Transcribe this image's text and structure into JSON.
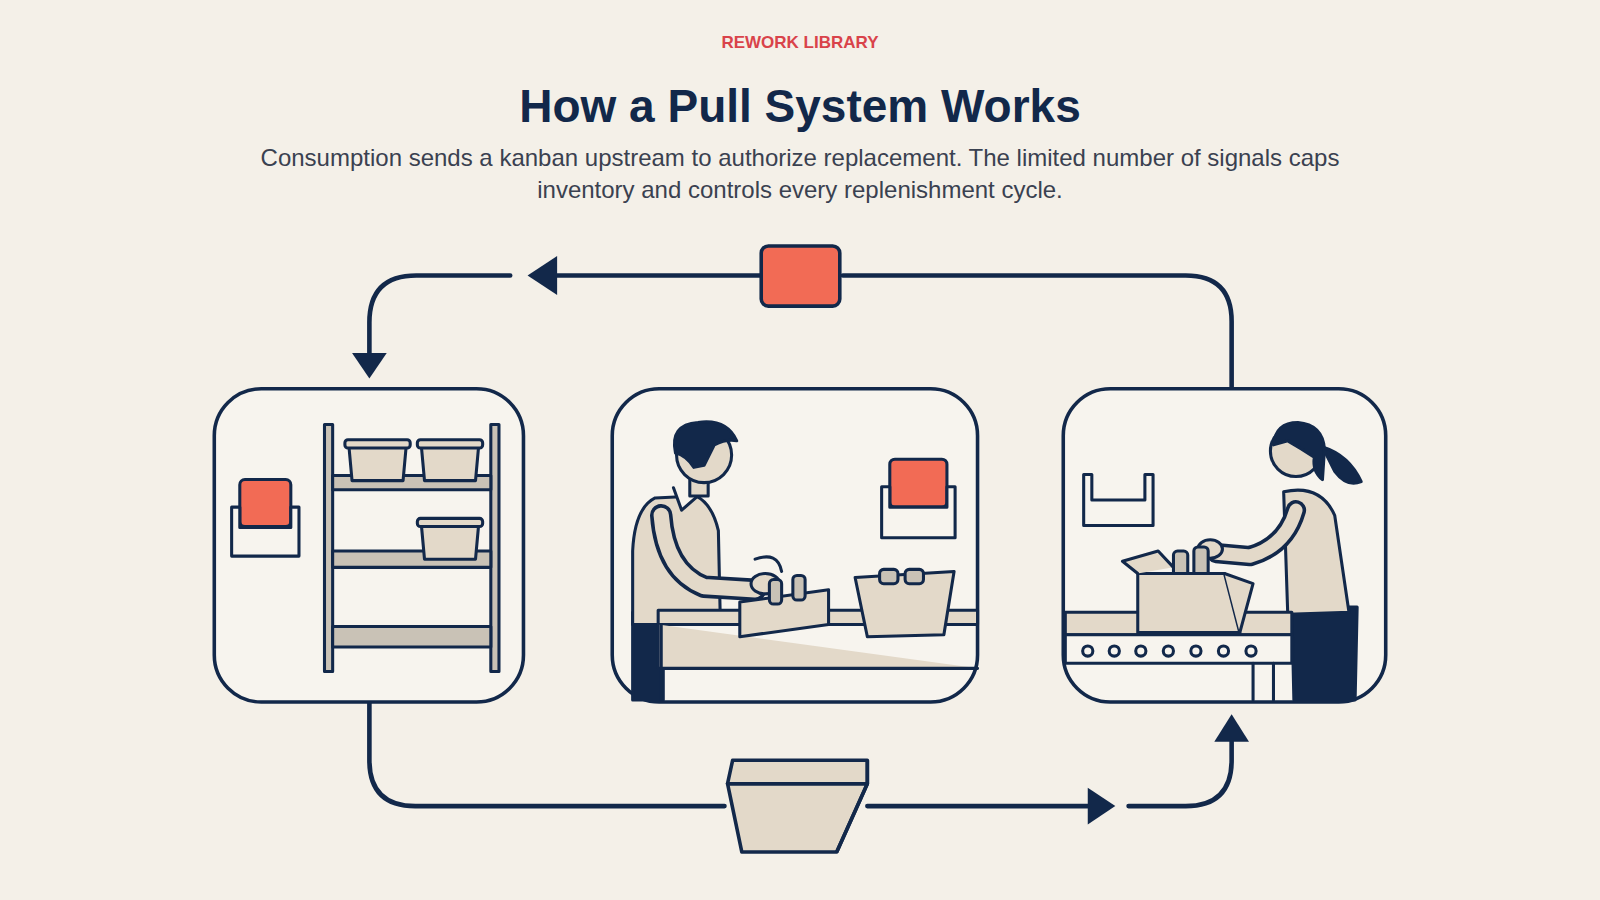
{
  "diagram": {
    "title": "How a Pull System Works",
    "caption": "Consumption sends a kanban upstream to authorize replacement. The limited number of signals caps inventory and controls every replenishment cycle.",
    "labels": [
      "REWORK LIBRARY"
    ]
  }
}
